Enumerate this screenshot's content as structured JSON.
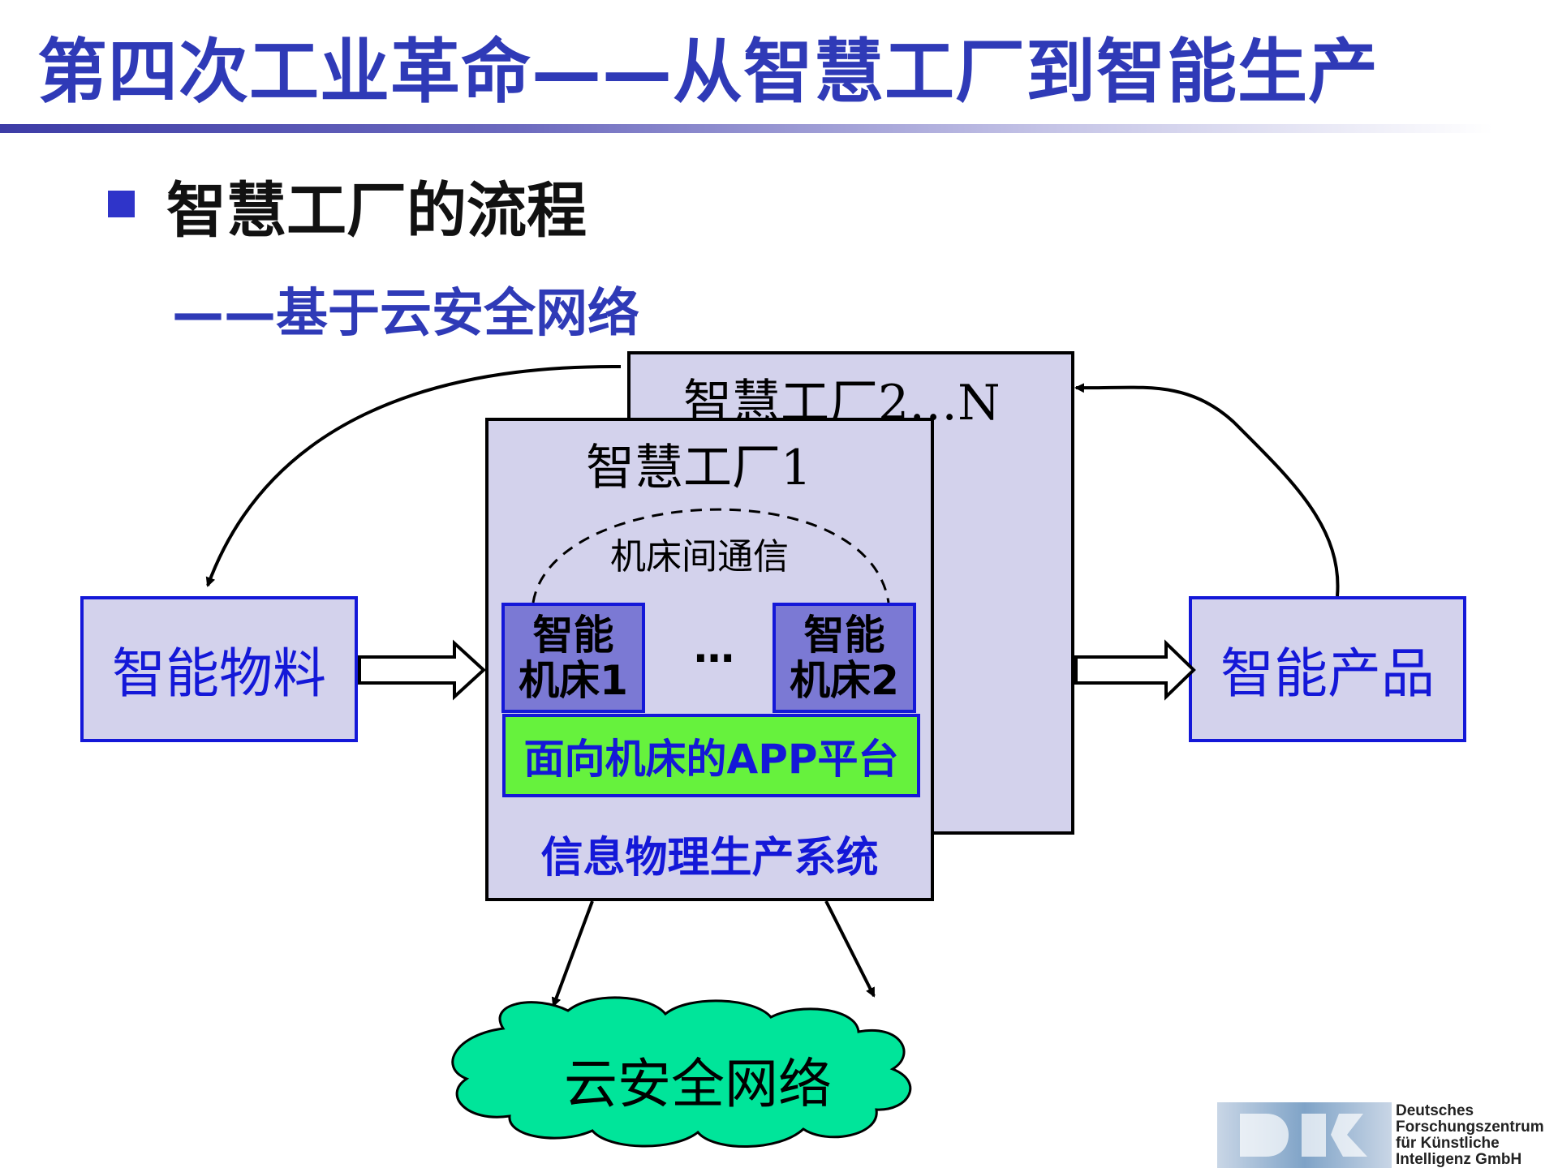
{
  "title": "第四次工业革命——从智慧工厂到智能生产",
  "heading": "智慧工厂的流程",
  "subheading": "——基于云安全网络",
  "diagram": {
    "factory_back_label": "智慧工厂2…N",
    "factory_front_label": "智慧工厂1",
    "machine_comm_label": "机床间通信",
    "machine1": {
      "line1": "智能",
      "line2": "机床1"
    },
    "machine2": {
      "line1": "智能",
      "line2": "机床2"
    },
    "machine_ellipsis": "…",
    "app_platform_label": "面向机床的APP平台",
    "cps_label": "信息物理生产系统",
    "input_label": "智能物料",
    "output_label": "智能产品",
    "cloud_label": "云安全网络"
  },
  "logo": {
    "line1": "Deutsches",
    "line2": "Forschungszentrum",
    "line3": "für Künstliche",
    "line4": "Intelligenz GmbH"
  },
  "colors": {
    "title": "#2f3ab7",
    "box_fill": "#d3d2ec",
    "machine_fill": "#7b79d4",
    "app_fill": "#66f23d",
    "cloud_fill": "#00e59a",
    "blue_text": "#1418d8"
  }
}
